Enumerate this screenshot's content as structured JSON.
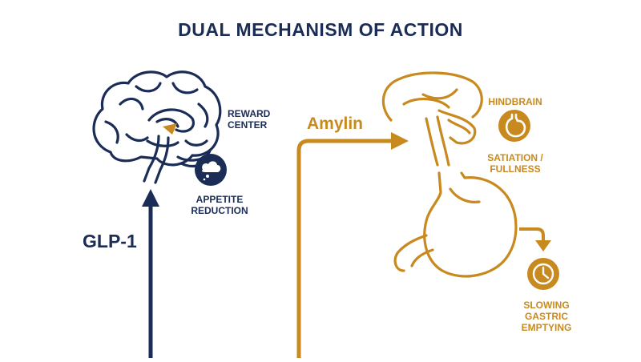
{
  "title": "DUAL MECHANISM OF ACTION",
  "labels": {
    "glp1": "GLP-1",
    "amylin": "Amylin",
    "reward_line1": "REWARD",
    "reward_line2": "CENTER",
    "appetite_line1": "APPETITE",
    "appetite_line2": "REDUCTION",
    "hindbrain": "HINDBRAIN",
    "satiation_line1": "SATIATION /",
    "satiation_line2": "FULLNESS",
    "gastric_line1": "SLOWING",
    "gastric_line2": "GASTRIC",
    "gastric_line3": "EMPTYING"
  },
  "icons": {
    "thought": "thought-bubble-icon",
    "stomach": "stomach-icon",
    "clock": "clock-icon",
    "brain": "brain-icon",
    "hindbrain": "hindbrain-icon",
    "stomach_outline": "stomach-outline-icon"
  },
  "colors": {
    "glp1": "#1b2d57",
    "amylin": "#c88a1e"
  }
}
